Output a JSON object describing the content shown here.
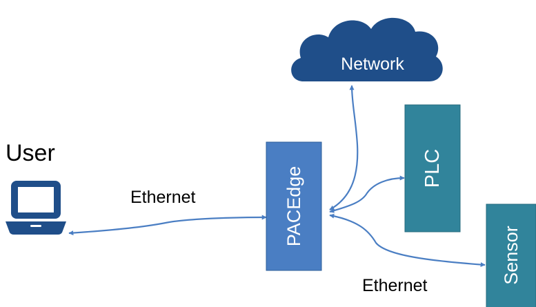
{
  "labels": {
    "user": "User",
    "ethernet_left": "Ethernet",
    "ethernet_bottom": "Ethernet"
  },
  "nodes": {
    "network": "Network",
    "pacedge": "PACEdge",
    "plc": "PLC",
    "sensor": "Sensor"
  },
  "icons": {
    "user_device": "laptop-icon",
    "network": "cloud-icon"
  },
  "colors": {
    "cloud": "#1f4e89",
    "pacedge": "#4a7ec3",
    "plc": "#31849b",
    "sensor": "#31849b",
    "connector": "#4a7ec3",
    "laptop": "#1f4e89"
  }
}
